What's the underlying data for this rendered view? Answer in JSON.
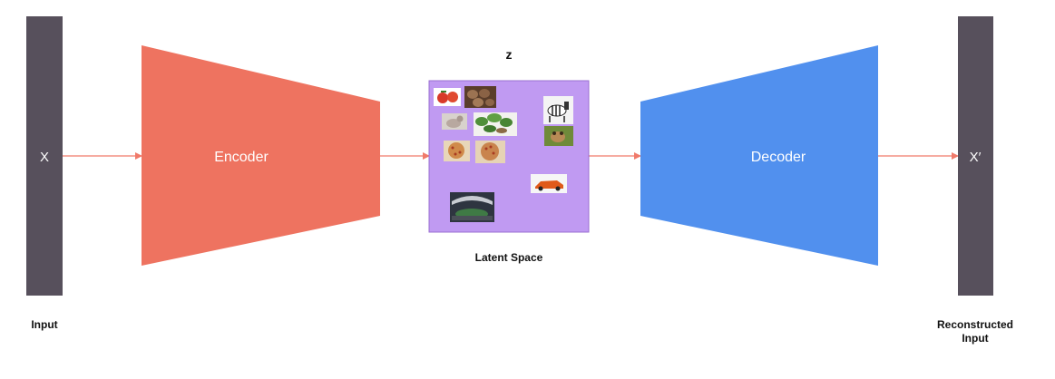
{
  "input_bar": {
    "symbol": "X",
    "caption": "Input"
  },
  "encoder": {
    "label": "Encoder"
  },
  "latent": {
    "symbol": "z",
    "caption": "Latent Space",
    "items": [
      {
        "name": "tomato-thumbnail",
        "color": "#d83a2a"
      },
      {
        "name": "potatoes-thumbnail",
        "color": "#8a6245"
      },
      {
        "name": "zebra-thumbnail",
        "color": "#e8e8e8"
      },
      {
        "name": "cat-thumbnail",
        "color": "#b8a8a0"
      },
      {
        "name": "basil-thumbnail",
        "color": "#4f8f3a"
      },
      {
        "name": "cat-on-grass-thumbnail",
        "color": "#8a7a3a"
      },
      {
        "name": "pizza-thumbnail-1",
        "color": "#d08a4a"
      },
      {
        "name": "pizza-thumbnail-2",
        "color": "#c9844d"
      },
      {
        "name": "sports-car-thumbnail",
        "color": "#e05a1a"
      },
      {
        "name": "stadium-thumbnail",
        "color": "#3f4f45"
      }
    ]
  },
  "decoder": {
    "label": "Decoder"
  },
  "output_bar": {
    "symbol": "X′",
    "caption": "Reconstructed\nInput"
  },
  "colors": {
    "bar": "#57505c",
    "encoder": "#ee7360",
    "decoder": "#5190ee",
    "latent": "#c09af2",
    "arrow": "#f07a6a"
  }
}
